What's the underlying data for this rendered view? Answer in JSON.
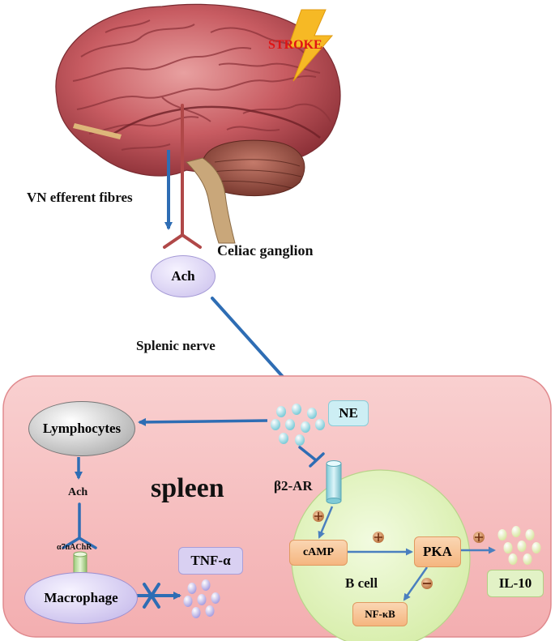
{
  "labels": {
    "stroke": "STROKE",
    "vn_fibres": "VN efferent fibres",
    "celiac": "Celiac ganglion",
    "ach_top": "Ach",
    "splenic_nerve": "Splenic nerve",
    "ne": "NE",
    "lymphocytes": "Lymphocytes",
    "ach_lower": "Ach",
    "spleen": "spleen",
    "b2ar": "β2-AR",
    "a7nachr": "α7nAChR",
    "macrophage": "Macrophage",
    "tnf": "TNF-α",
    "camp": "cAMP",
    "pka": "PKA",
    "b_cell": "B cell",
    "nfkb": "NF-κB",
    "il10": "IL-10"
  },
  "colors": {
    "arrow_blue": "#2E6DB4",
    "nerve_red": "#B04848",
    "spleen_fill": "#F6BDBD",
    "bcell_fill": "#E3F5C0",
    "ach_fill": "#D9D0F2",
    "ne_fill": "#CDEEF4",
    "camp_fill": "#F8C79A",
    "il10_fill": "#E2F2C6",
    "lightning": "#F6B925",
    "stroke_text": "#E01414"
  }
}
